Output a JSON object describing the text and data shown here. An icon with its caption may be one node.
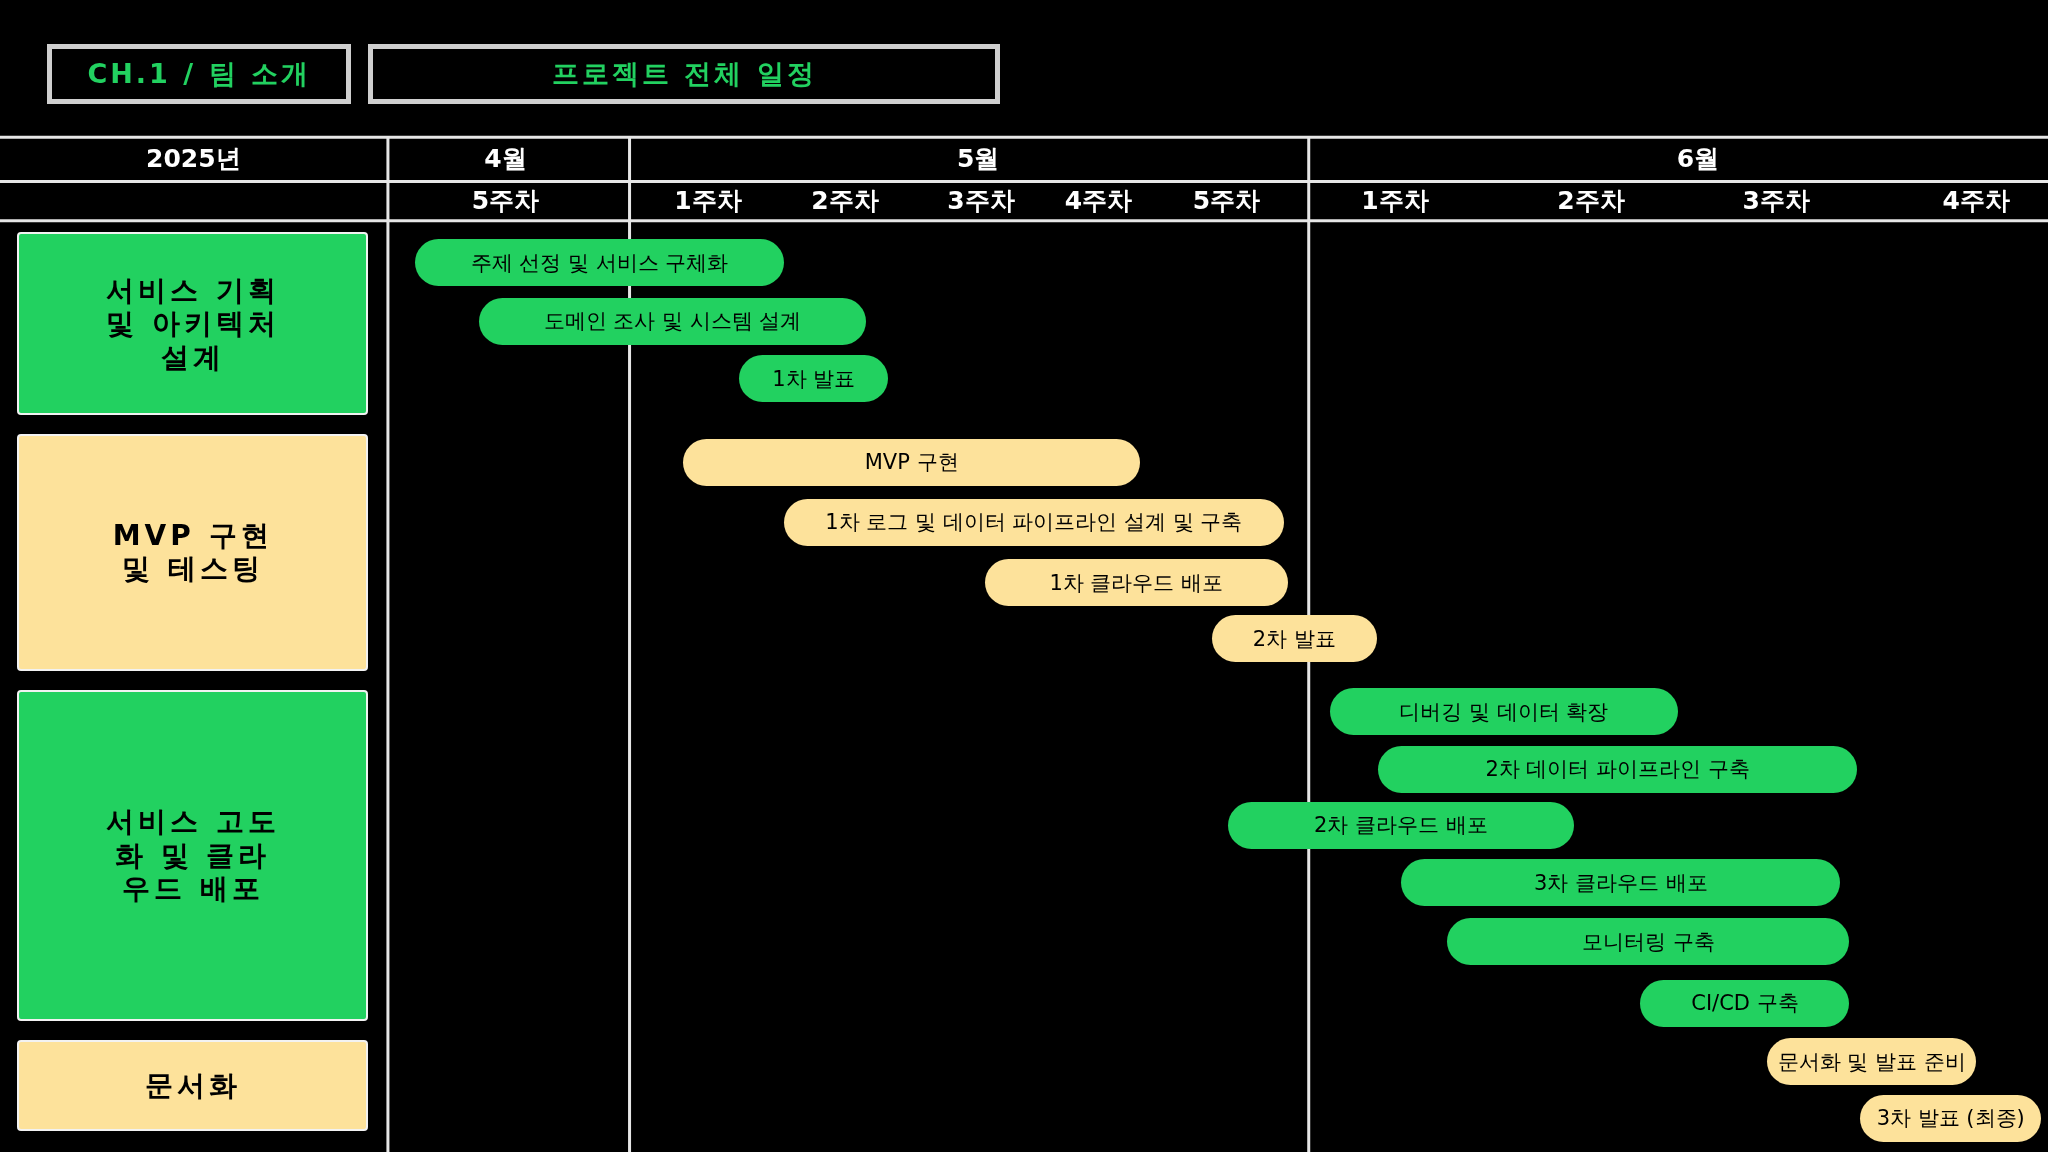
{
  "diagram": {
    "nodes": [
      {
        "text": [
          "CH.1 / 팀 소개"
        ]
      },
      {
        "text": [
          "프로젝트 전체 일정"
        ]
      },
      {
        "text": [
          "서비스 기획 및 아키텍처 설계"
        ]
      },
      {
        "text": [
          "주제 선정 및 서비스 구체화"
        ]
      },
      {
        "text": [
          "도메인 조사 및 시스템 설계"
        ]
      },
      {
        "text": [
          "1차 발표"
        ]
      },
      {
        "text": [
          "MVP 구현 및 테스팅"
        ]
      },
      {
        "text": [
          "MVP 구현"
        ]
      },
      {
        "text": [
          "1차 로그 및 데이터 파이프라인 설계 및 구축"
        ]
      },
      {
        "text": [
          "1차 클라우드 배포"
        ]
      },
      {
        "text": [
          "2차 발표"
        ]
      },
      {
        "text": [
          "서비스 고도화 및 클라우드 배포"
        ]
      },
      {
        "text": [
          "디버깅 및 데이터 확장"
        ]
      },
      {
        "text": [
          "2차 데이터 파이프라인 구축"
        ]
      },
      {
        "text": [
          "2차 클라우드 배포"
        ]
      },
      {
        "text": [
          "3차 클라우드 배포"
        ]
      },
      {
        "text": [
          "모니터링 구축"
        ]
      },
      {
        "text": [
          "CI/CD 구축"
        ]
      },
      {
        "text": [
          "문서화"
        ]
      },
      {
        "text": [
          "문서화 및 발표 준비"
        ]
      },
      {
        "text": [
          "3차 발표 (최종)"
        ]
      }
    ],
    "labels": [
      "2025년",
      "4월",
      "5월",
      "6월",
      "5주차",
      "1주차",
      "2주차",
      "3주차",
      "4주차",
      "5주차",
      "1주차",
      "2주차",
      "3주차",
      "4주차"
    ]
  }
}
